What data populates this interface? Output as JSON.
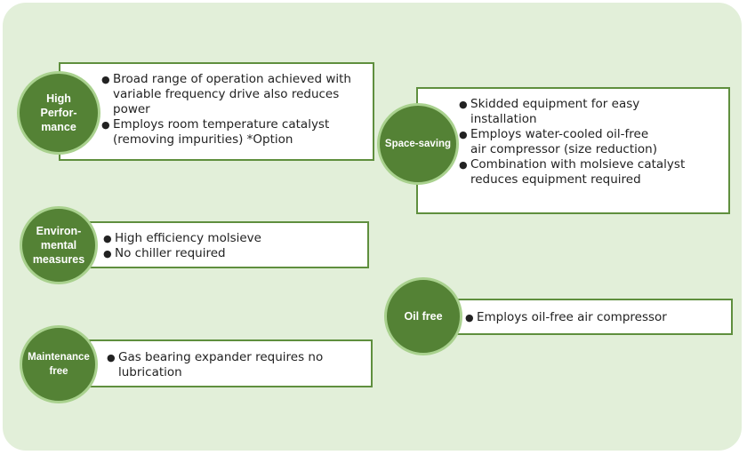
{
  "features": [
    {
      "title": "High Perfor- mance",
      "lines": [
        "High",
        "Perfor-",
        "mance"
      ],
      "bullets": [
        "Broad range of operation achieved with variable frequency drive also reduces power",
        "Employs room temperature catalyst (removing impurities) *Option"
      ]
    },
    {
      "title": "Space-saving",
      "lines": [
        "Space-saving"
      ],
      "bullets": [
        "Skidded equipment for easy installation",
        "Employs water-cooled oil-free air compressor (size reduction)",
        "Combination with molsieve catalyst reduces equipment required"
      ]
    },
    {
      "title": "Environ- mental measures",
      "lines": [
        "Environ-",
        "mental",
        "measures"
      ],
      "bullets": [
        "High efficiency molsieve",
        "No chiller required"
      ]
    },
    {
      "title": "Oil free",
      "lines": [
        "Oil free"
      ],
      "bullets": [
        "Employs oil-free air compressor"
      ]
    },
    {
      "title": "Maintenance free",
      "lines": [
        "Maintenance",
        "free"
      ],
      "bullets": [
        "Gas bearing expander requires no lubrication"
      ]
    }
  ],
  "colors": {
    "panel": "#e2efd9",
    "circle": "#548235",
    "border": "#5f8f3e"
  }
}
